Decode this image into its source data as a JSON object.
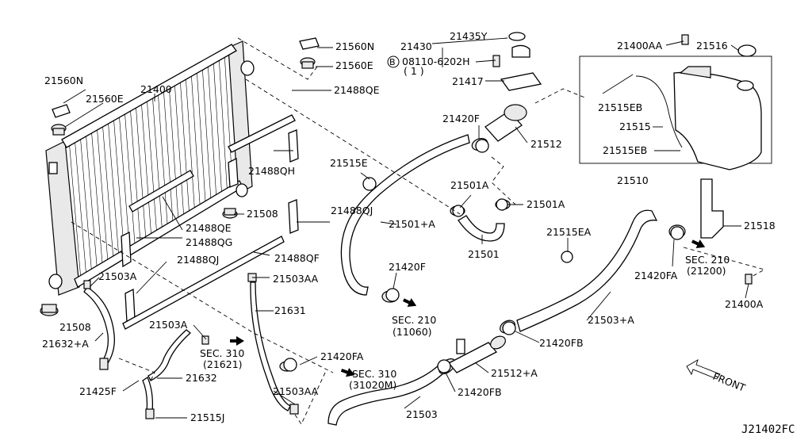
{
  "labels": {
    "l21400": "21400",
    "l21560N_l": "21560N",
    "l21560E_l": "21560E",
    "l21560N_r": "21560N",
    "l21560E_r": "21560E",
    "l21488QE_top": "21488QE",
    "l21488QH": "21488QH",
    "l21488QE_mid": "21488QE",
    "l21488QG": "21488QG",
    "l21488QJ_left": "21488QJ",
    "l21488QJ_right": "21488QJ",
    "l21488QF": "21488QF",
    "l21508_mid": "21508",
    "l21508_left": "21508",
    "l21503A_left": "21503A",
    "l21503A_mid": "21503A",
    "l21503AA_top": "21503AA",
    "l21503AA_bot": "21503AA",
    "l21632A": "21632+A",
    "l21631": "21631",
    "l21632": "21632",
    "l21425F": "21425F",
    "l21515J": "21515J",
    "l21420FA_mid": "21420FA",
    "l21503": "21503",
    "l21430": "21430",
    "l21435Y": "21435Y",
    "l08110": "08110-6202H",
    "l08110_qty": "( 1 )",
    "l21417": "21417",
    "l21420F_top": "21420F",
    "l21512": "21512",
    "l21515E": "21515E",
    "l21501A_l": "21501A",
    "l21501A_r": "21501A",
    "l21501A": "21501+A",
    "l21501": "21501",
    "l21420F_bot": "21420F",
    "l21515EA": "21515EA",
    "l21512A": "21512+A",
    "l21420FB_r": "21420FB",
    "l21420FB_b": "21420FB",
    "l21503A_plus": "21503+A",
    "l21420FA_r": "21420FA",
    "l21400AA": "21400AA",
    "l21516": "21516",
    "l21515EB_t": "21515EB",
    "l21515": "21515",
    "l21515EB_b": "21515EB",
    "l21510": "21510",
    "l21518": "21518",
    "l21400A": "21400A",
    "ref_doc": "J21402FC"
  },
  "sections": {
    "sec310_a": "SEC. 310",
    "sec310_a_code": "(21621)",
    "sec310_b": "SEC. 310",
    "sec310_b_code": "(31020M)",
    "sec210_a": "SEC. 210",
    "sec210_a_code": "(11060)",
    "sec210_b": "SEC. 210",
    "sec210_b_code": "(21200)"
  },
  "markers": {
    "bolt_symbol": "B",
    "front": "FRONT"
  },
  "icons": [
    "front-arrow-icon",
    "section-arrow-icon",
    "bolt-circle-icon"
  ],
  "colors": {
    "ink": "#000000",
    "paper": "#ffffff",
    "fill": "#e9e9e9"
  }
}
